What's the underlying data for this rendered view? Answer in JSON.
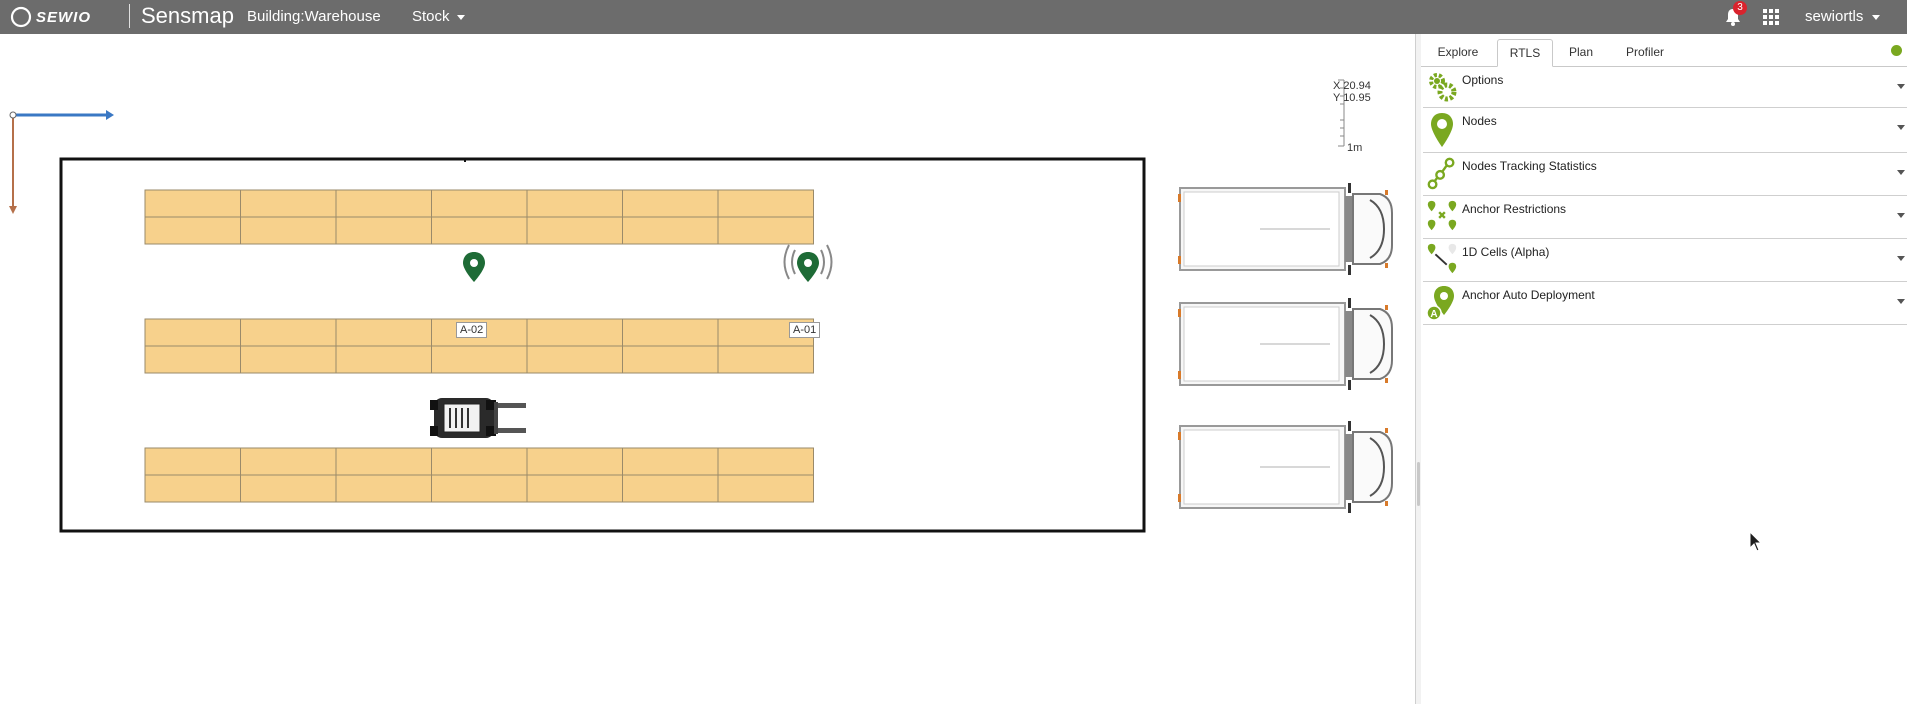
{
  "header": {
    "brand": "SEWIO",
    "app_name": "Sensmap",
    "building": "Building:Warehouse",
    "stock": "Stock",
    "notification_count": "3",
    "user": "sewiortls",
    "bar_color": "#6c6c6c"
  },
  "map": {
    "coords": {
      "x": "X 20.94",
      "y": "Y 10.95"
    },
    "scale_label": "1m",
    "tags": [
      {
        "label": "A-02"
      },
      {
        "label": "A-01"
      }
    ],
    "shelf_color": "#f7d18c",
    "tag_color": "#1e6b36"
  },
  "panel": {
    "tabs": [
      {
        "label": "Explore",
        "active": false
      },
      {
        "label": "RTLS",
        "active": true
      },
      {
        "label": "Plan",
        "active": false
      },
      {
        "label": "Profiler",
        "active": false
      }
    ],
    "sections": [
      {
        "title": "Options",
        "icon": "gears-icon"
      },
      {
        "title": "Nodes",
        "icon": "map-pin-icon"
      },
      {
        "title": "Nodes Tracking Statistics",
        "icon": "nodes-graph-icon"
      },
      {
        "title": "Anchor Restrictions",
        "icon": "anchor-restriction-icon"
      },
      {
        "title": "1D Cells (Alpha)",
        "icon": "cells-1d-icon"
      },
      {
        "title": "Anchor Auto Deployment",
        "icon": "auto-deploy-icon"
      }
    ],
    "accent": "#7aa820"
  }
}
